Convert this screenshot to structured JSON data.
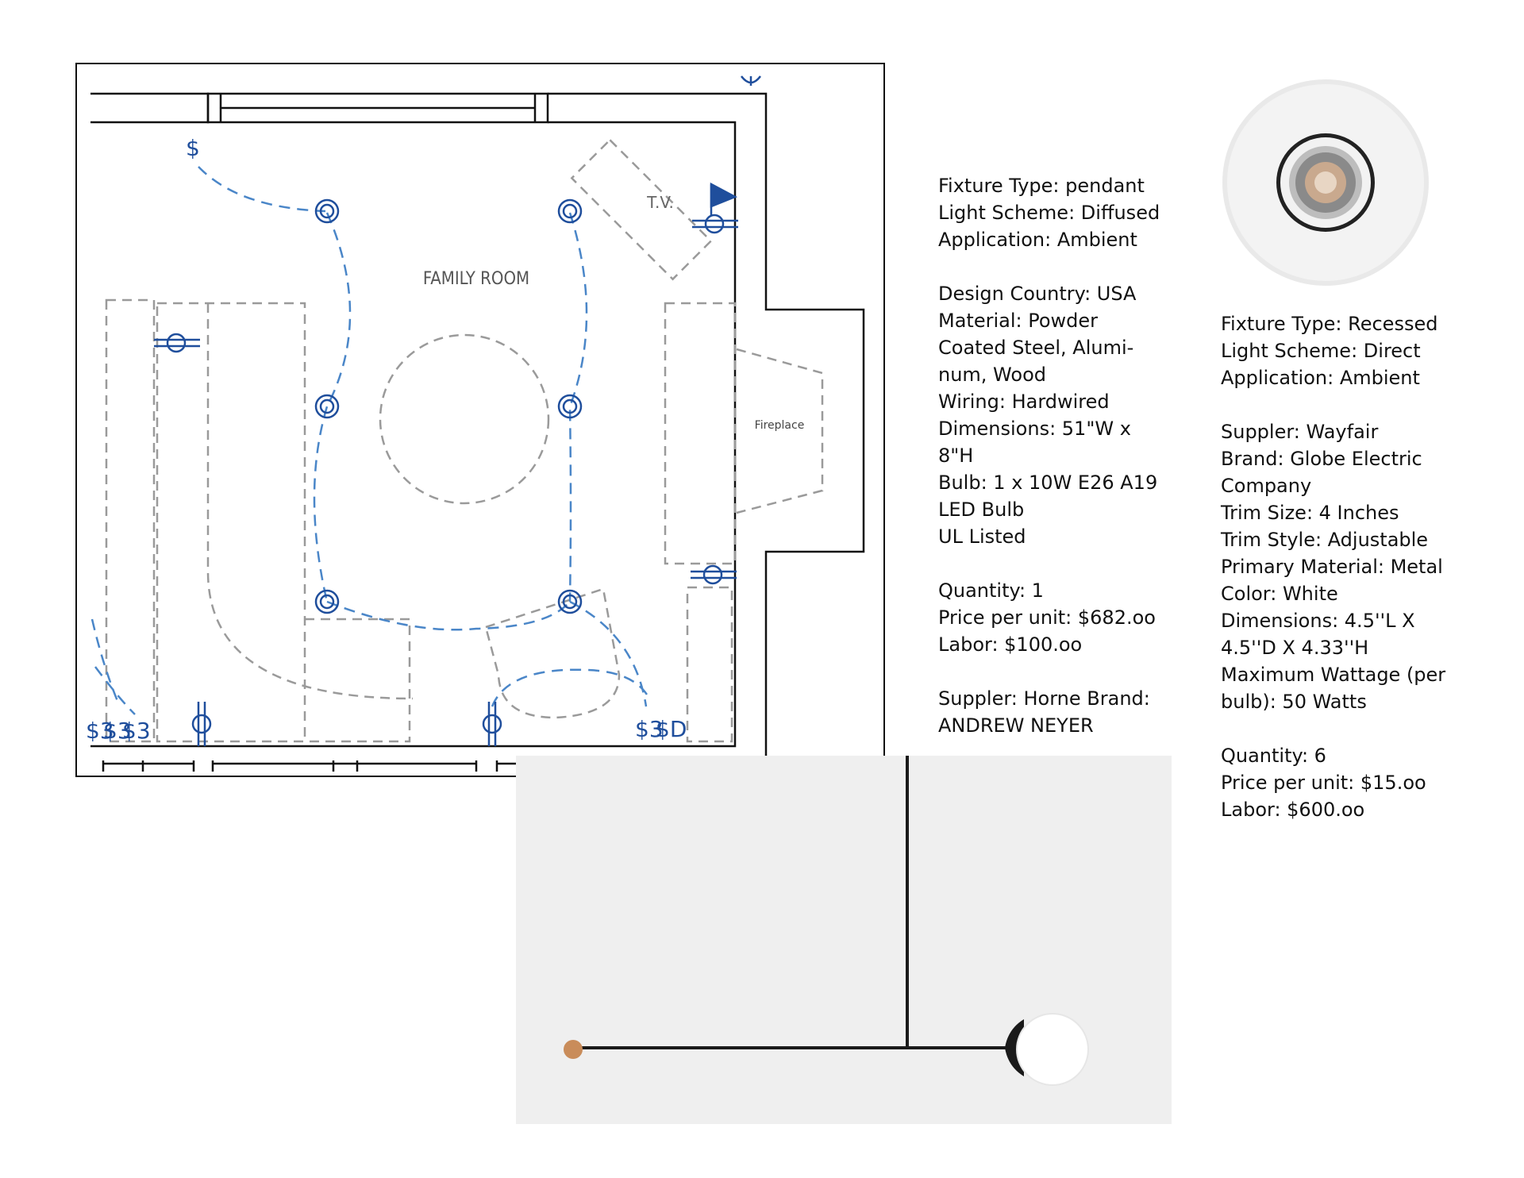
{
  "plan": {
    "room_label": "FAMILY ROOM",
    "tv_label": "T.V.",
    "fireplace_label": "Fireplace",
    "switch_labels": [
      "$",
      "$3",
      "$3",
      "$3",
      "$3",
      "$D"
    ],
    "colors": {
      "wiring": "#4a86c8",
      "symbol": "#1f4e9c",
      "furniture": "#9a9a9a",
      "wall": "#111111"
    }
  },
  "pendant_spec": {
    "fixture_type": "Fixture Type: pendant",
    "light_scheme": "Light Scheme: Diffused",
    "application": "Application: Ambient",
    "design_country": "Design Country: USA",
    "material": "Material: Powder\nCoated Steel, Alumi-\nnum, Wood",
    "wiring": "Wiring: Hardwired",
    "dimensions": "Dimensions: 51\"W x\n8\"H",
    "bulb": "Bulb: 1 x 10W E26 A19\nLED Bulb",
    "listing": "UL Listed",
    "quantity": "Quantity: 1",
    "price": "Price per unit: $682.oo",
    "labor": "Labor: $100.oo",
    "supplier": "Suppler: Horne Brand:\nANDREW NEYER"
  },
  "recessed_spec": {
    "fixture_type": "Fixture Type: Recessed",
    "light_scheme": "Light Scheme: Direct",
    "application": "Application: Ambient",
    "supplier": "Suppler: Wayfair",
    "brand": "Brand: Globe Electric\nCompany",
    "trim_size": "Trim Size: 4 Inches",
    "trim_style": "Trim Style: Adjustable",
    "primary_material": "Primary Material: Metal",
    "color": "Color: White",
    "dimensions": "Dimensions: 4.5''L X\n4.5''D X 4.33''H",
    "max_wattage": "Maximum Wattage (per\nbulb): 50 Watts",
    "quantity": "Quantity: 6",
    "price": "Price per unit: $15.oo",
    "labor": "Labor: $600.oo"
  }
}
